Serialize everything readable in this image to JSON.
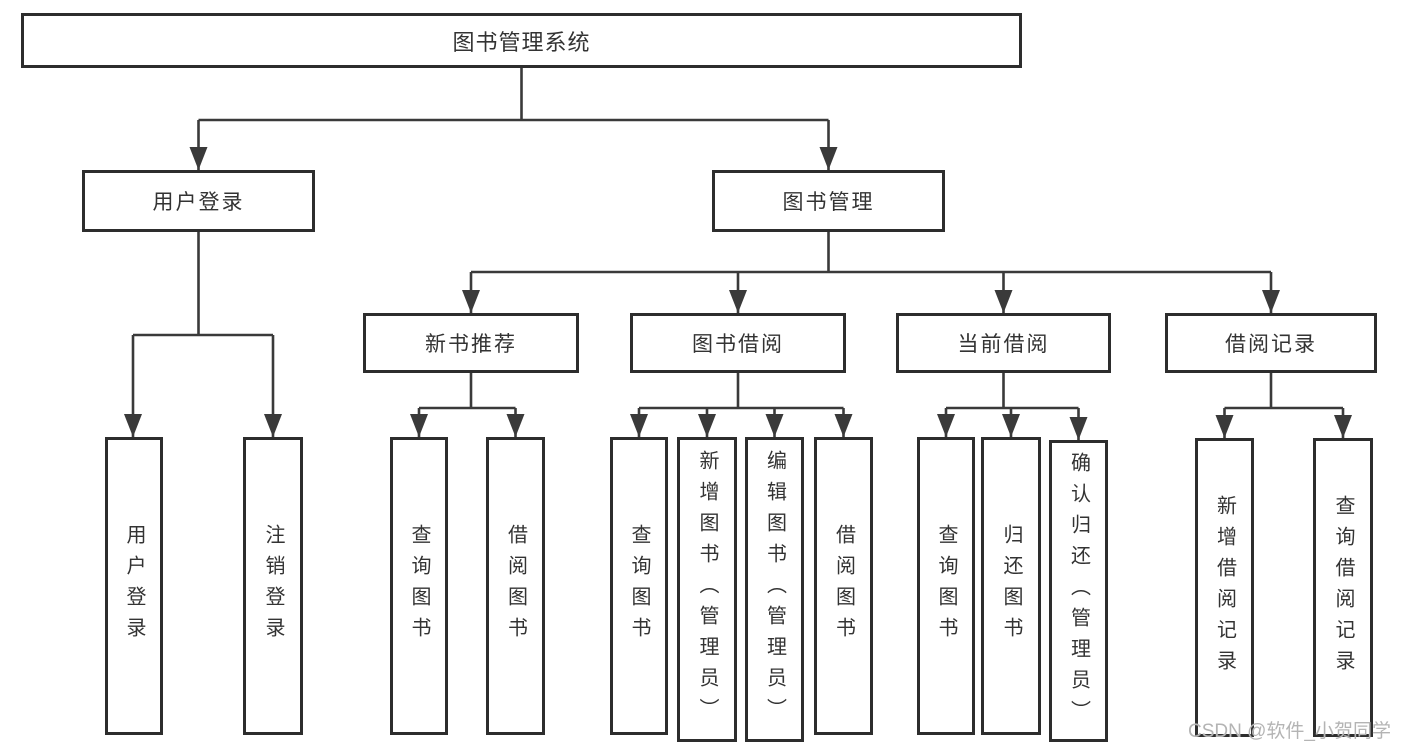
{
  "diagram_title": "图书管理系统",
  "tree": {
    "label": "图书管理系统",
    "children": [
      {
        "label": "用户登录",
        "children": [
          {
            "label": "用户登录"
          },
          {
            "label": "注销登录"
          }
        ]
      },
      {
        "label": "图书管理",
        "children": [
          {
            "label": "新书推荐",
            "children": [
              {
                "label": "查询图书"
              },
              {
                "label": "借阅图书"
              }
            ]
          },
          {
            "label": "图书借阅",
            "children": [
              {
                "label": "查询图书"
              },
              {
                "label": "新增图书（管理员）"
              },
              {
                "label": "编辑图书（管理员）"
              },
              {
                "label": "借阅图书"
              }
            ]
          },
          {
            "label": "当前借阅",
            "children": [
              {
                "label": "查询图书"
              },
              {
                "label": "归还图书"
              },
              {
                "label": "确认归还（管理员）"
              }
            ]
          },
          {
            "label": "借阅记录",
            "children": [
              {
                "label": "新增借阅记录"
              },
              {
                "label": "查询借阅记录"
              }
            ]
          }
        ]
      }
    ]
  },
  "watermark": {
    "text": "CSDN @软件_小贺同学"
  },
  "colors": {
    "bg": "#ffffff",
    "border": "#2d2d2d",
    "text": "#333333",
    "line": "#3a3a3a",
    "watermark": "#b4b4b4"
  }
}
